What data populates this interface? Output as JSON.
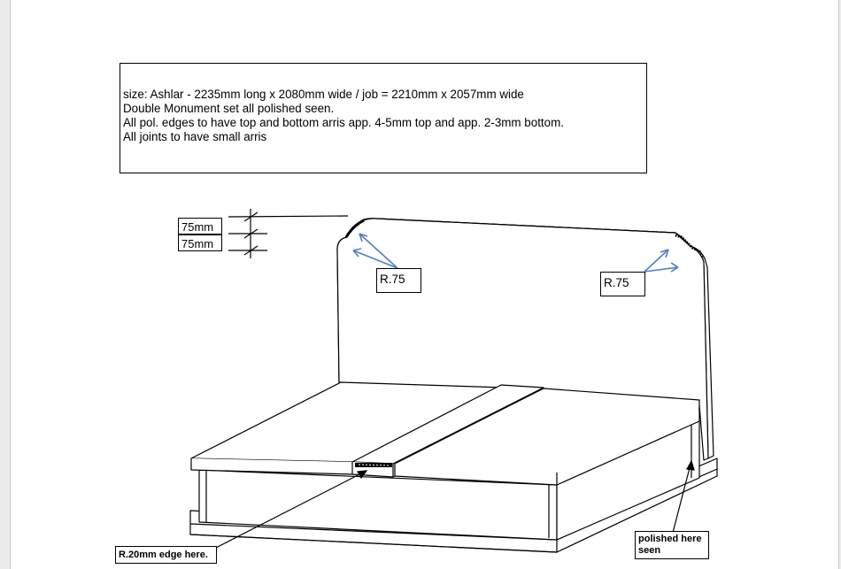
{
  "notes": {
    "line1": "size: Ashlar - 2235mm long x 2080mm wide  / job = 2210mm x 2057mm wide",
    "line2": "Double Monument set all polished seen.",
    "line3": "All pol. edges to have top and bottom arris app. 4-5mm top and app. 2-3mm bottom.",
    "line4": "All joints to have small arris"
  },
  "dimensions": {
    "top": "75mm",
    "bottom": "75mm"
  },
  "radius_labels": {
    "left": "R.75",
    "right": "R.75"
  },
  "callouts": {
    "edge": "R.20mm edge here.",
    "polished": "polished here seen"
  },
  "colors": {
    "arrow": "#4f81bd",
    "line": "#000000"
  }
}
